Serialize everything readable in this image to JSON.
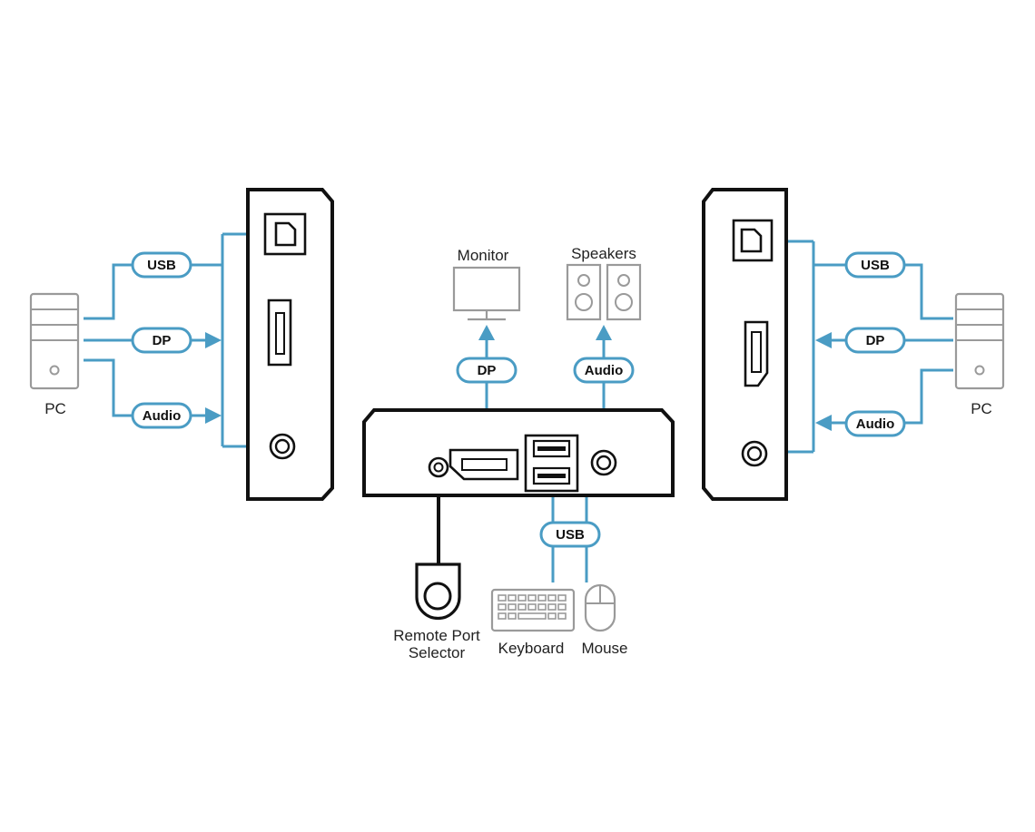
{
  "labels": {
    "pc_left": "PC",
    "pc_right": "PC",
    "monitor": "Monitor",
    "speakers": "Speakers",
    "remote_line1": "Remote Port",
    "remote_line2": "Selector",
    "keyboard": "Keyboard",
    "mouse": "Mouse"
  },
  "pills": {
    "left_usb": "USB",
    "left_dp": "DP",
    "left_audio": "Audio",
    "right_usb": "USB",
    "right_dp": "DP",
    "right_audio": "Audio",
    "monitor_dp": "DP",
    "speaker_audio": "Audio",
    "console_usb": "USB"
  },
  "colors": {
    "cable": "#4a9cc4",
    "outline": "#111111",
    "device": "#9a9a9a"
  }
}
